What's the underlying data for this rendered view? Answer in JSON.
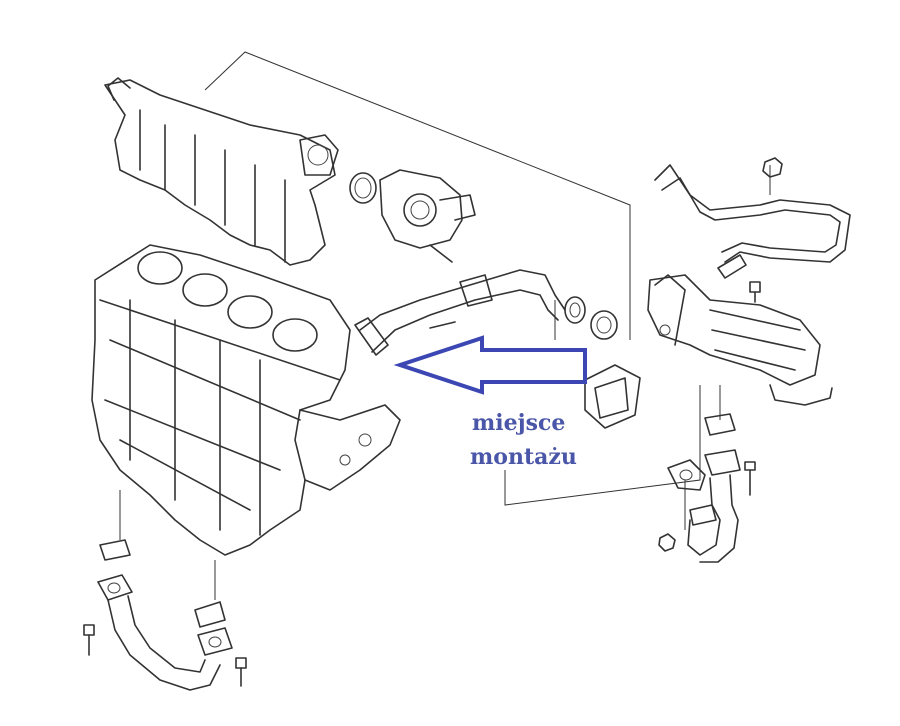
{
  "annotation": {
    "line1": "miejsce",
    "line2": "montażu",
    "color": "#4a56a8"
  },
  "arrow": {
    "direction": "left",
    "color": "#3c47b4"
  },
  "parts": [
    "intake-manifold",
    "throttle-body",
    "gasket-ring",
    "engine-block",
    "egr-pipe",
    "egr-cooler",
    "vacuum-hose",
    "mounting-bracket",
    "flange-gasket",
    "exhaust-pipe",
    "bolt",
    "nut"
  ]
}
